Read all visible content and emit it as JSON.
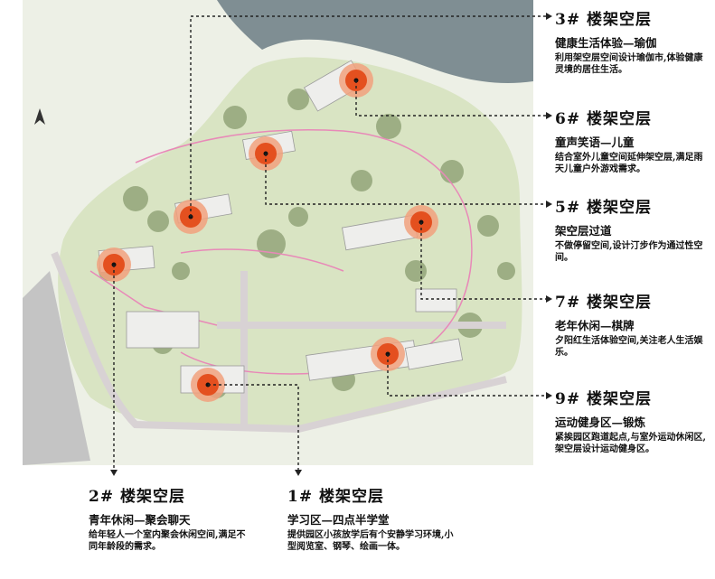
{
  "colors": {
    "water": "#7f8e93",
    "grass": "#d9e4c3",
    "tree": "#93a57a",
    "building": "#eeeeec",
    "road": "#d8d2d4",
    "path_pink": "#e889b8",
    "marker": "#e4501f",
    "marker_ring": "#f1a17e",
    "leader": "#222222"
  },
  "markers": [
    {
      "id": "3",
      "title": "3# 楼架空层",
      "subtitle": "健康生活体验—瑜伽",
      "desc": "利用架空层空间设计瑜伽市,体验健康灵境的居住生活。"
    },
    {
      "id": "6",
      "title": "6# 楼架空层",
      "subtitle": "童声笑语—儿童",
      "desc": "结合室外儿童空间延伸架空层,满足雨天儿童户外游戏需求。"
    },
    {
      "id": "5",
      "title": "5# 楼架空层",
      "subtitle": "架空层过道",
      "desc": "不做停留空间,设计汀步作为通过性空间。"
    },
    {
      "id": "7",
      "title": "7# 楼架空层",
      "subtitle": "老年休闲—棋牌",
      "desc": "夕阳红生活体验空间,关注老人生活娱乐。"
    },
    {
      "id": "9",
      "title": "9# 楼架空层",
      "subtitle": "运动健身区—锻炼",
      "desc": "紧挨园区跑道起点,与室外运动休闲区,架空层设计运动健身区。"
    },
    {
      "id": "2",
      "title": "2# 楼架空层",
      "subtitle": "青年休闲—聚会聊天",
      "desc": "给年轻人一个室内聚会休闲空间,满足不同年龄段的需求。"
    },
    {
      "id": "1",
      "title": "1# 楼架空层",
      "subtitle": "学习区—四点半学堂",
      "desc": "提供园区小孩放学后有个安静学习环境,小型阅览室、钢琴、绘画一体。"
    }
  ]
}
